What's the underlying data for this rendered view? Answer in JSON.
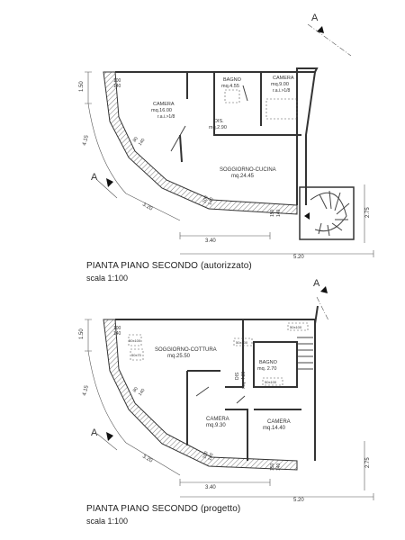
{
  "plans": [
    {
      "title": "PIANTA PIANO SECONDO (autorizzato)",
      "scale": "scala 1:100",
      "section_marker": "A",
      "rooms": [
        {
          "name": "CAMERA",
          "area": "mq.16.00",
          "rai": "r.a.i.>1/8"
        },
        {
          "name": "BAGNO",
          "area": "mq.4.55"
        },
        {
          "name": "CAMERA",
          "area": "mq.9.00",
          "rai": "r.a.i.>1/8"
        },
        {
          "name": "DIS.",
          "area": "mq.2.90"
        },
        {
          "name": "SOGGIORNO-CUCINA",
          "area": "mq.24.45"
        }
      ],
      "openings": [
        "100\n140",
        "80\n140",
        "100\n140",
        "150\n140"
      ],
      "dims": [
        "1.50",
        "4.15",
        "3.20",
        "3.40",
        "5.20",
        "2.75"
      ]
    },
    {
      "title": "PIANTA PIANO SECONDO (progetto)",
      "scale": "scala 1:100",
      "section_marker": "A",
      "rooms": [
        {
          "name": "SOGGIORNO-COTTURA",
          "area": "mq.25.50"
        },
        {
          "name": "DIS",
          "area": "mq. 4.30"
        },
        {
          "name": "BAGNO",
          "area": "mq. 2.70"
        },
        {
          "name": "CAMERA",
          "area": "mq.9.30"
        },
        {
          "name": "CAMERA",
          "area": "mq.14.40"
        }
      ],
      "openings": [
        "100\n140",
        "80\n140",
        "100\n140",
        "150\n140"
      ],
      "fixtures": [
        "50x100",
        "50x70",
        "50x100",
        "50x100",
        "50x100"
      ],
      "dims": [
        "1.50",
        "4.15",
        "3.20",
        "3.40",
        "5.20",
        "2.75"
      ]
    }
  ]
}
